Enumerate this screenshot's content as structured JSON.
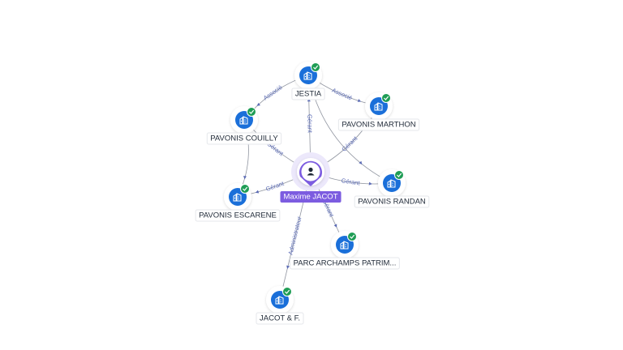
{
  "center": {
    "name": "Maxime JACOT",
    "icon": "person-icon",
    "color": "#7c5ce0"
  },
  "colors": {
    "company_blue": "#1a6fd9",
    "check_green": "#1f9d55",
    "edge": "#6b7280",
    "edge_label": "#5b6bb5"
  },
  "nodes": [
    {
      "id": "jestia",
      "name": "JESTIA",
      "icon": "building-icon",
      "badge": "check-icon"
    },
    {
      "id": "pavonis-marthon",
      "name": "PAVONIS MARTHON",
      "icon": "building-icon",
      "badge": "check-icon"
    },
    {
      "id": "pavonis-couilly",
      "name": "PAVONIS COUILLY",
      "icon": "building-icon",
      "badge": "check-icon"
    },
    {
      "id": "pavonis-randan",
      "name": "PAVONIS RANDAN",
      "icon": "building-icon",
      "badge": "check-icon"
    },
    {
      "id": "pavonis-escarene",
      "name": "PAVONIS ESCARENE",
      "icon": "building-icon",
      "badge": "check-icon"
    },
    {
      "id": "parc-archamps",
      "name": "PARC ARCHAMPS PATRIM...",
      "icon": "building-icon",
      "badge": "check-icon"
    },
    {
      "id": "jacot-f",
      "name": "JACOT & F.",
      "icon": "building-icon",
      "badge": "check-icon"
    }
  ],
  "edges": [
    {
      "from": "center",
      "to": "jestia",
      "label": "Gérant"
    },
    {
      "from": "center",
      "to": "pavonis-marthon",
      "label": "Gérant"
    },
    {
      "from": "center",
      "to": "pavonis-couilly",
      "label": "Gérant"
    },
    {
      "from": "center",
      "to": "pavonis-randan",
      "label": "Gérant"
    },
    {
      "from": "center",
      "to": "pavonis-escarene",
      "label": "Gérant"
    },
    {
      "from": "center",
      "to": "parc-archamps",
      "label": "Gérant"
    },
    {
      "from": "center",
      "to": "jacot-f",
      "label": "Administrateur"
    },
    {
      "from": "jestia",
      "to": "pavonis-couilly",
      "label": "Associé"
    },
    {
      "from": "jestia",
      "to": "pavonis-marthon",
      "label": "Associé"
    },
    {
      "from": "jestia",
      "to": "pavonis-randan",
      "label": ""
    },
    {
      "from": "pavonis-couilly",
      "to": "pavonis-escarene",
      "label": ""
    }
  ]
}
